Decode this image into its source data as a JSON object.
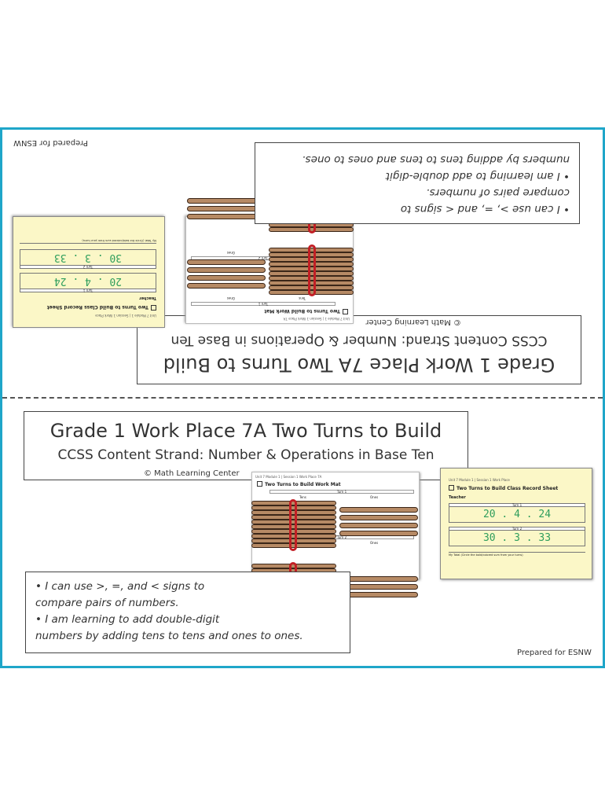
{
  "card": {
    "title": "Grade 1 Work Place 7A Two Turns to Build",
    "subtitle": "CCSS Content Strand: Number & Operations in Base Ten",
    "credit": "© Math Learning Center",
    "goals": [
      "• I can use >, =, and < signs to",
      "compare pairs of numbers.",
      "• I am learning to add double-digit",
      "numbers by adding tens to tens and ones to ones."
    ],
    "prepared_for": "Prepared for ESNW"
  },
  "work_mat": {
    "header": "Unit 7 Module 1 | Session 1  Work Place 7A",
    "title": "Two Turns to Build Work Mat",
    "turns": [
      "Turn 1",
      "Turn 2"
    ],
    "columns": [
      "Tens",
      "Ones"
    ]
  },
  "record_sheet": {
    "header": "Unit 7 Module 1 | Session 1  Work Place",
    "title": "Two Turns to Build Class Record Sheet",
    "teacher_label": "Teacher",
    "rows": [
      {
        "turn": "Turn 1",
        "equation": "20 . 4 . 24"
      },
      {
        "turn": "Turn 2",
        "equation": "30 . 3 . 33"
      }
    ],
    "my_total": "My Total (Circle the bold/colored sum from your turns)"
  },
  "colors": {
    "frame_border": "#1fa6c9",
    "stick_fill": "#b68a65",
    "rubber_band": "#c21f25",
    "record_sheet_bg": "#fbf7c7",
    "equation_text": "#2f9e5d"
  }
}
